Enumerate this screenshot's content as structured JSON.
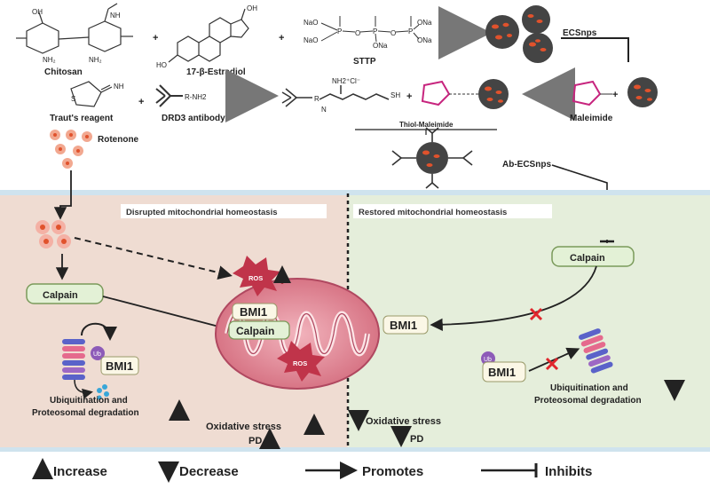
{
  "top": {
    "chitosan": "Chitosan",
    "estradiol": "17-β-Estradiol",
    "sttp": "STTP",
    "ecsnps": "ECSnps",
    "trauts": "Traut's reagent",
    "drd3": "DRD3 antibody",
    "maleimide": "Maleimide",
    "thiol_maleimide": "Thiol-Maleimide",
    "ab_ecsnps": "Ab-ECSnps",
    "rotenone": "Rotenone",
    "r_nh2": "R-NH2",
    "nh2cl": "NH2⁺Cl⁻",
    "sh": "SH",
    "nh": "NH",
    "s": "S",
    "n": "N",
    "r": "R",
    "oh": "OH",
    "ho": "HO",
    "nh2": "NH₂",
    "nao": "NaO",
    "ona": "ONa",
    "p": "P",
    "o": "O"
  },
  "left_panel": {
    "title": "Disrupted mitochondrial homeostasis",
    "calpain": "Calpain",
    "ros": "ROS",
    "ubiq": "Ubiquitination and",
    "proteo": "Proteosomal degradation",
    "ub": "Ub",
    "bmi1": "BMI1"
  },
  "center": {
    "bmi1": "BMI1",
    "calpain": "Calpain",
    "ros": "ROS",
    "oxidative_left": "Oxidative stress",
    "pd_left": "PD",
    "oxidative_right": "Oxidative stress",
    "pd_right": "PD"
  },
  "right_panel": {
    "title": "Restored mitochondrial homeostasis",
    "calpain": "Calpain",
    "bmi1_mito": "BMI1",
    "bmi1": "BMI1",
    "ub": "Ub",
    "ubiq": "Ubiquitination and",
    "proteo": "Proteosomal degradation"
  },
  "legend": {
    "increase": "Increase",
    "decrease": "Decrease",
    "promotes": "Promotes",
    "inhibits": "Inhibits"
  },
  "colors": {
    "left_bg": "#efdcd2",
    "right_bg": "#e5eedb",
    "calpain_fill": "#e3f1d6",
    "calpain_stroke": "#7a9a5a",
    "ros": "#c0344a",
    "mito": "#d2687a",
    "up_arrow": "#a05a30",
    "down_arrow": "#3a7a2a",
    "nano": "#e0522c"
  }
}
